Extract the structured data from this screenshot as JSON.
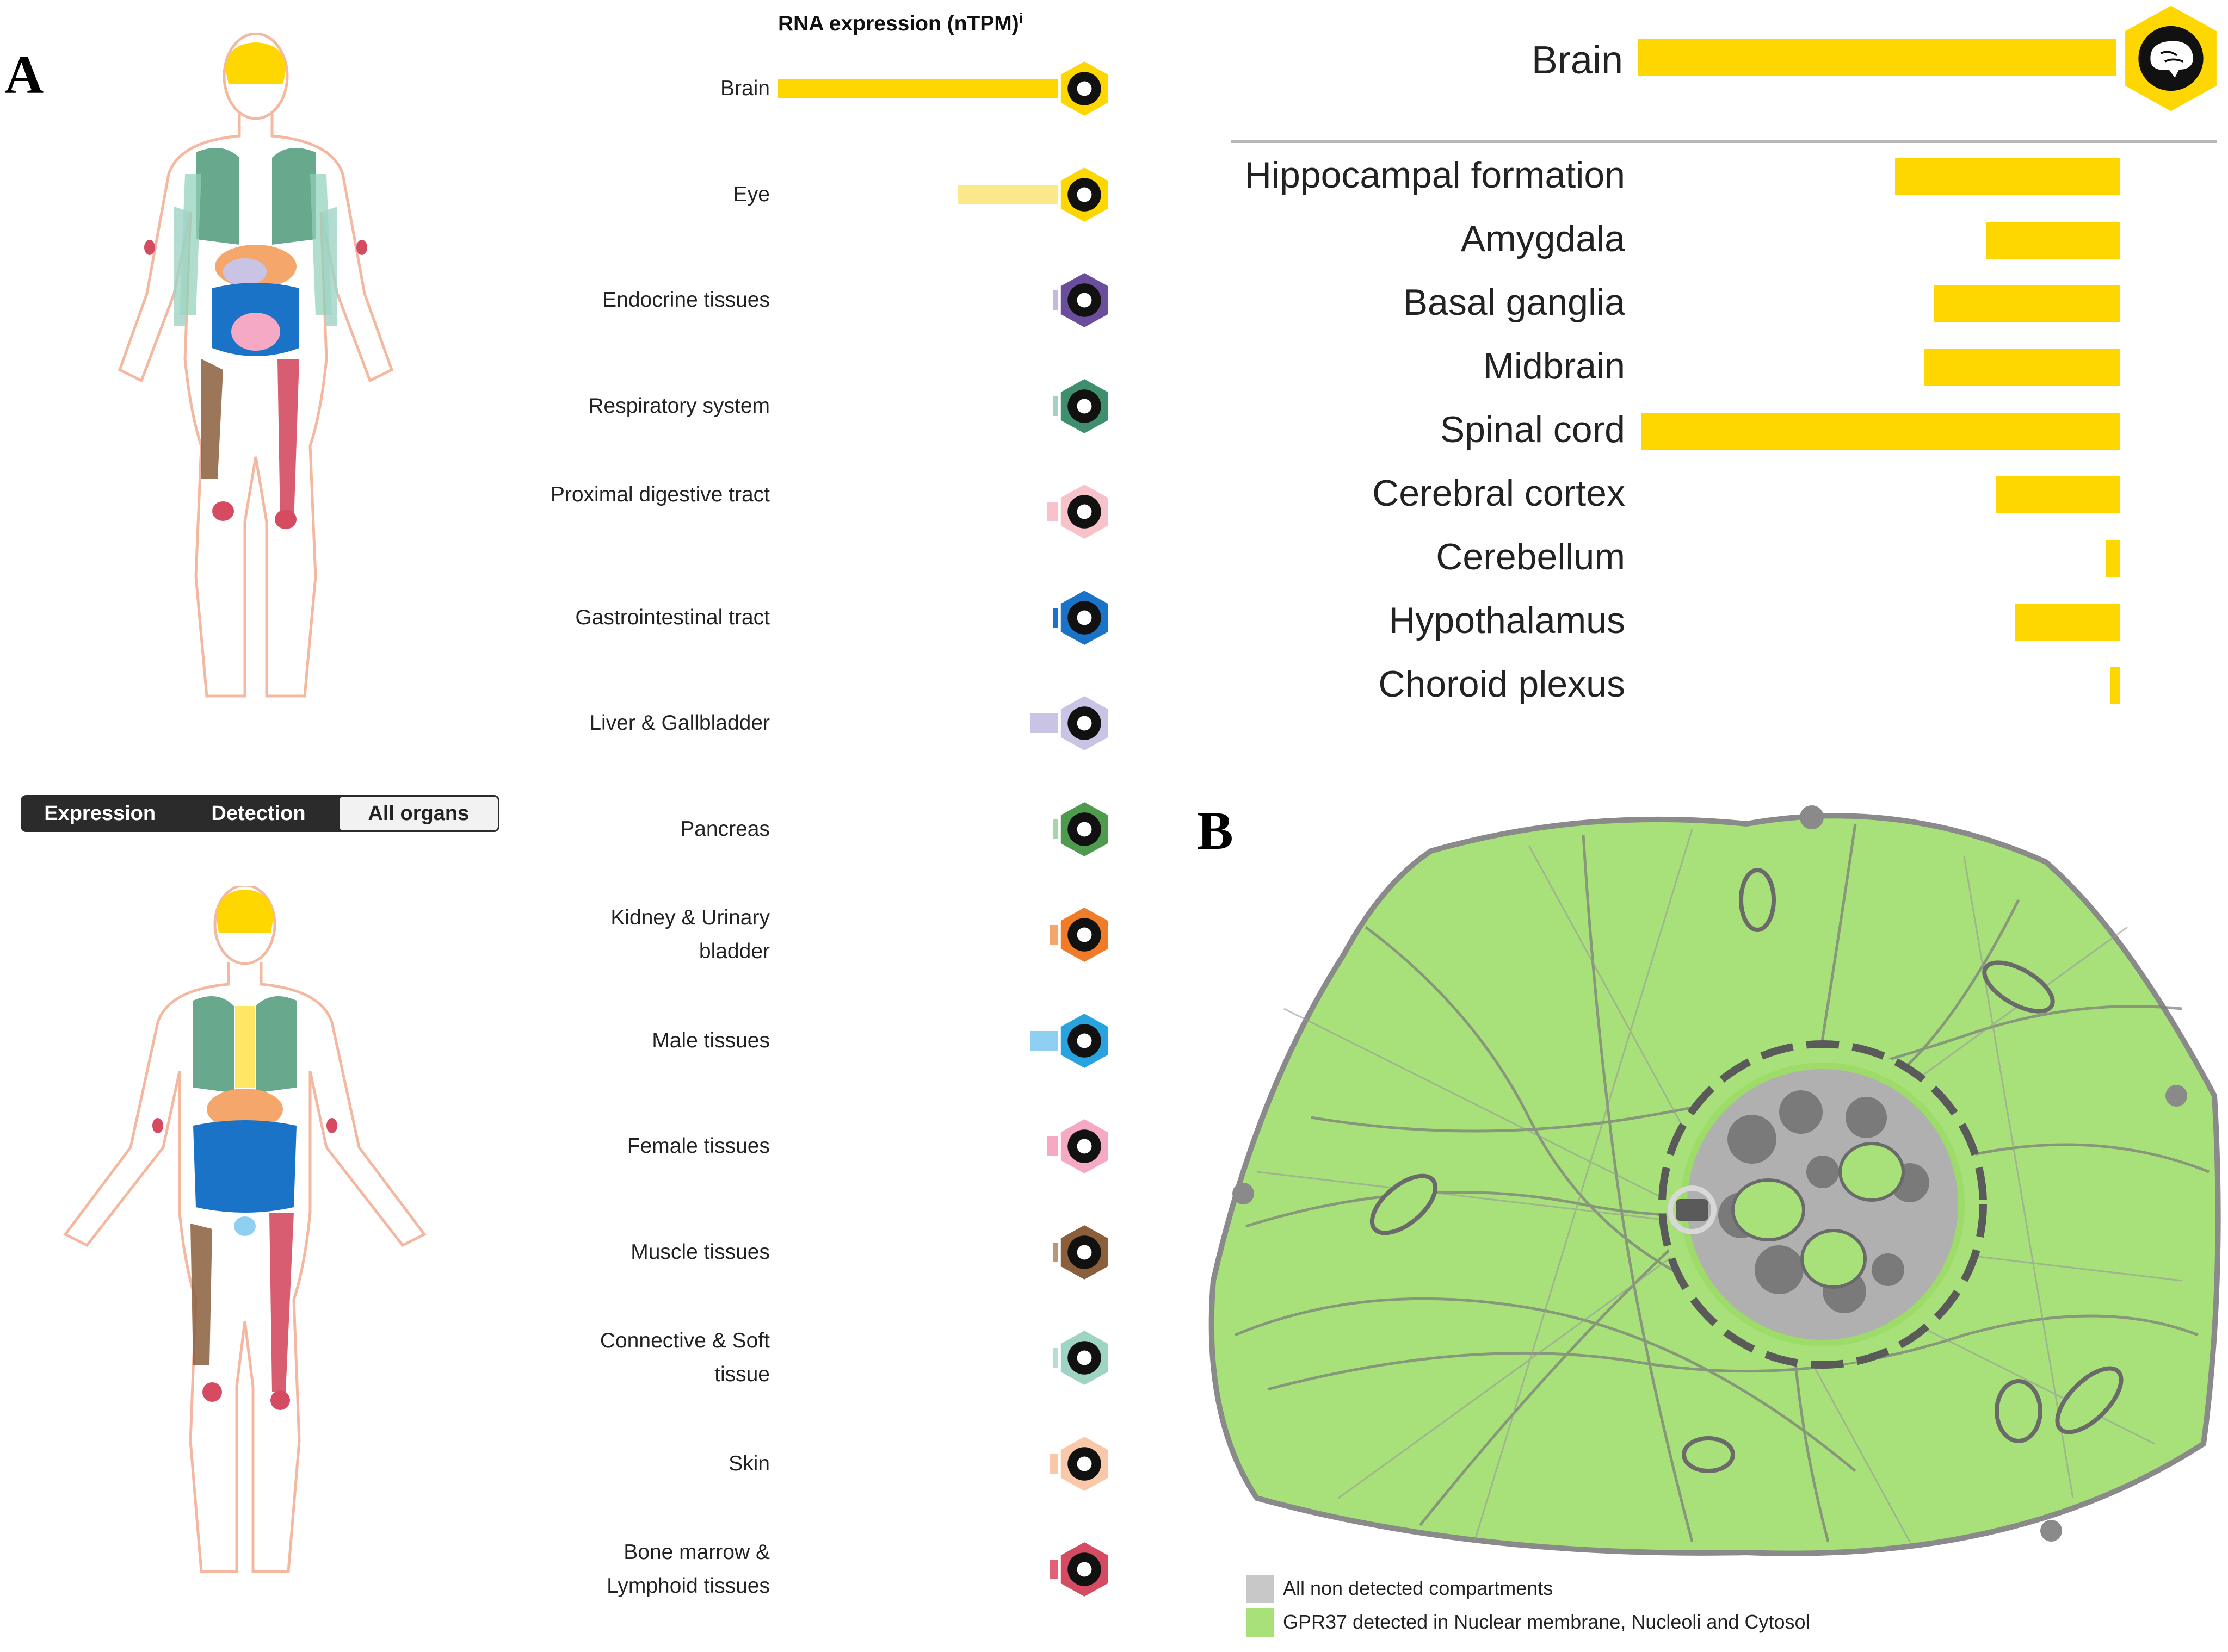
{
  "panels": {
    "a_letter": "A",
    "b_letter": "B"
  },
  "toggle": {
    "options": [
      "Expression",
      "Detection",
      "All organs"
    ],
    "active": "All organs"
  },
  "rna": {
    "title": "RNA expression (nTPM)",
    "info_marker": "i",
    "tissues": [
      {
        "label": "Brain",
        "value": 1.0,
        "bar_color": "#FFD700",
        "hex_color": "#FFD700",
        "icon": "brain-icon"
      },
      {
        "label": "Eye",
        "value": 0.36,
        "bar_color": "#FAE88A",
        "hex_color": "#FFD700",
        "icon": "eye-icon"
      },
      {
        "label": "Endocrine tissues",
        "value": 0.02,
        "bar_color": "#c7b8de",
        "hex_color": "#6b4e9b",
        "icon": "thyroid-icon"
      },
      {
        "label": "Respiratory system",
        "value": 0.02,
        "bar_color": "#a8cfbf",
        "hex_color": "#3f8f6e",
        "icon": "lungs-icon"
      },
      {
        "label": "Proximal digestive tract",
        "value": 0.04,
        "bar_color": "#f7c2c9",
        "hex_color": "#f7c2c9",
        "icon": "head-profile-icon"
      },
      {
        "label": "Gastrointestinal tract",
        "value": 0.02,
        "bar_color": "#1a73c7",
        "hex_color": "#1a73c7",
        "icon": "stomach-icon"
      },
      {
        "label": "Liver & Gallbladder",
        "value": 0.1,
        "bar_color": "#c9c4e6",
        "hex_color": "#c9c4e6",
        "icon": "liver-icon"
      },
      {
        "label": "Pancreas",
        "value": 0.02,
        "bar_color": "#a8d4a8",
        "hex_color": "#4e9a4e",
        "icon": "pancreas-icon"
      },
      {
        "label": "Kidney & Urinary bladder",
        "value": 0.03,
        "bar_color": "#f5a66a",
        "hex_color": "#f07c2a",
        "icon": "kidney-icon"
      },
      {
        "label": "Male tissues",
        "value": 0.1,
        "bar_color": "#8fd0f2",
        "hex_color": "#29a3e0",
        "icon": "male-organ-icon"
      },
      {
        "label": "Female tissues",
        "value": 0.04,
        "bar_color": "#f5a9c4",
        "hex_color": "#f5a9c4",
        "icon": "uterus-icon"
      },
      {
        "label": "Muscle tissues",
        "value": 0.02,
        "bar_color": "#b89878",
        "hex_color": "#8b5e3c",
        "icon": "heart-icon"
      },
      {
        "label": "Connective & Soft tissue",
        "value": 0.02,
        "bar_color": "#b5ddd2",
        "hex_color": "#9fd3c4",
        "icon": "cells-icon"
      },
      {
        "label": "Skin",
        "value": 0.03,
        "bar_color": "#f8c8a8",
        "hex_color": "#f8c8a8",
        "icon": "skin-layers-icon"
      },
      {
        "label": "Bone marrow & Lymphoid tissues",
        "value": 0.03,
        "bar_color": "#e06074",
        "hex_color": "#d44b62",
        "icon": "lymph-node-icon"
      }
    ]
  },
  "brain_regions": {
    "top": {
      "label": "Brain",
      "value": 1.0
    },
    "bar_color": "#FFD700",
    "regions": [
      {
        "label": "Hippocampal formation",
        "value": 0.47
      },
      {
        "label": "Amygdala",
        "value": 0.28
      },
      {
        "label": "Basal ganglia",
        "value": 0.39
      },
      {
        "label": "Midbrain",
        "value": 0.41
      },
      {
        "label": "Spinal cord",
        "value": 1.0
      },
      {
        "label": "Cerebral cortex",
        "value": 0.26
      },
      {
        "label": "Cerebellum",
        "value": 0.03
      },
      {
        "label": "Hypothalamus",
        "value": 0.22
      },
      {
        "label": "Choroid plexus",
        "value": 0.02
      }
    ]
  },
  "legend": [
    {
      "label": "All non detected compartments",
      "color": "#c8c8c8"
    },
    {
      "label": "GPR37 detected in Nuclear membrane, Nucleoli and Cytosol",
      "color": "#a8e07a"
    }
  ]
}
